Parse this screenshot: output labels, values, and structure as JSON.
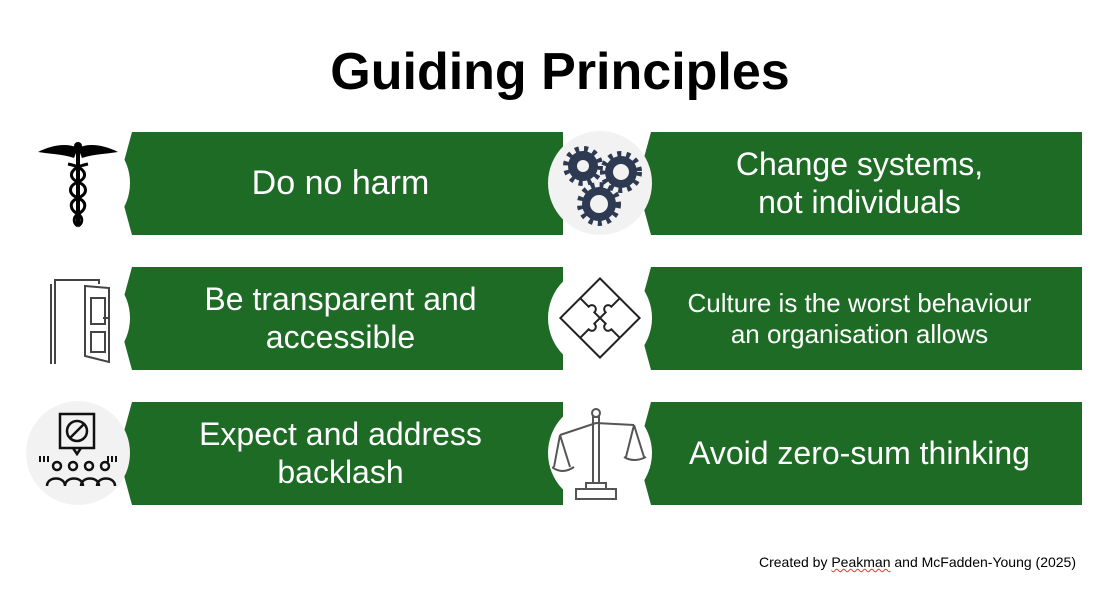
{
  "title": "Guiding Principles",
  "colors": {
    "banner": "#1e6b26",
    "text": "#ffffff",
    "gear": "#2e3a52"
  },
  "principles": [
    {
      "label_line1": "Do no harm",
      "label_line2": "",
      "icon": "caduceus-icon"
    },
    {
      "label_line1": "Change systems,",
      "label_line2": "not individuals",
      "icon": "gears-icon"
    },
    {
      "label_line1": "Be transparent and",
      "label_line2": "accessible",
      "icon": "open-door-icon"
    },
    {
      "label_line1": "Culture is the worst behaviour",
      "label_line2": "an organisation allows",
      "icon": "puzzle-icon"
    },
    {
      "label_line1": "Expect and address",
      "label_line2": "backlash",
      "icon": "protest-crowd-icon"
    },
    {
      "label_line1": "Avoid zero-sum thinking",
      "label_line2": "",
      "icon": "balance-scale-icon"
    }
  ],
  "credit": {
    "prefix": "Created by ",
    "name1": "Peakman",
    "rest": " and McFadden-Young (2025)"
  }
}
